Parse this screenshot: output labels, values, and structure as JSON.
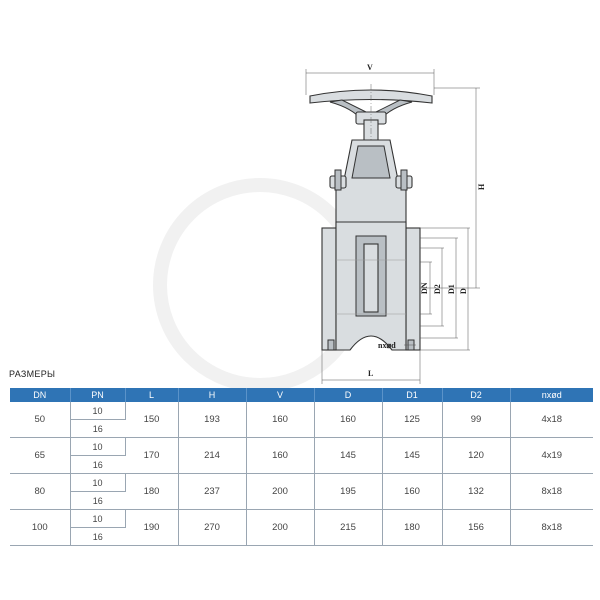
{
  "drawing": {
    "labels": {
      "v": "V",
      "h": "H",
      "l": "L",
      "dn": "DN",
      "d2": "D2",
      "d1": "D1",
      "d": "D",
      "nxd": "nx⌀d"
    }
  },
  "section_title": "РАЗМЕРЫ",
  "table": {
    "headers": [
      "DN",
      "PN",
      "L",
      "H",
      "V",
      "D",
      "D1",
      "D2",
      "nxød"
    ],
    "rows": [
      {
        "dn": "50",
        "pn": [
          "10",
          "16"
        ],
        "l": "150",
        "h": "193",
        "v": "160",
        "d": "160",
        "d1": "125",
        "d2": "99",
        "nxd": "4x18"
      },
      {
        "dn": "65",
        "pn": [
          "10",
          "16"
        ],
        "l": "170",
        "h": "214",
        "v": "160",
        "d": "145",
        "d1": "145",
        "d2": "120",
        "nxd": "4x19"
      },
      {
        "dn": "80",
        "pn": [
          "10",
          "16"
        ],
        "l": "180",
        "h": "237",
        "v": "200",
        "d": "195",
        "d1": "160",
        "d2": "132",
        "nxd": "8x18"
      },
      {
        "dn": "100",
        "pn": [
          "10",
          "16"
        ],
        "l": "190",
        "h": "270",
        "v": "200",
        "d": "215",
        "d1": "180",
        "d2": "156",
        "nxd": "8x18"
      }
    ]
  },
  "colors": {
    "header_bg": "#2f74b5",
    "header_text": "#ffffff",
    "grid": "#9aa6b2"
  }
}
